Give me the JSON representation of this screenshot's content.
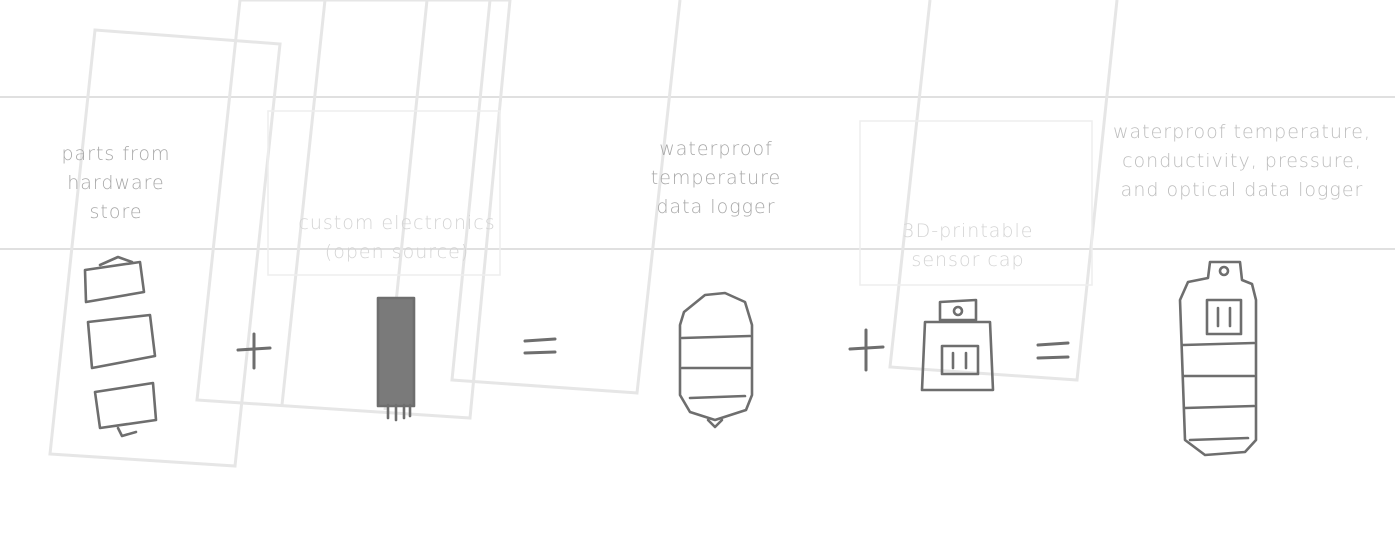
{
  "steps": [
    {
      "id": "parts",
      "caption": "parts from\nhardware\nstore"
    },
    {
      "id": "electronics",
      "caption": "custom electronics\n(open source)"
    },
    {
      "id": "temp-logger",
      "caption": "waterproof\ntemperature\ndata logger"
    },
    {
      "id": "sensor-cap",
      "caption": "3D-printable\nsensor cap"
    },
    {
      "id": "full-logger",
      "caption": "waterproof temperature,\nconductivity, pressure,\nand optical data logger"
    }
  ],
  "operators": {
    "plus": "plus-sign",
    "equals": "equals-sign"
  },
  "colors": {
    "sketch": "#6e6e6e",
    "fill": "#7a7a7a",
    "caption": "#bdbdbd",
    "guides": "#d6d6d6",
    "frames": "#e6e6e6"
  }
}
